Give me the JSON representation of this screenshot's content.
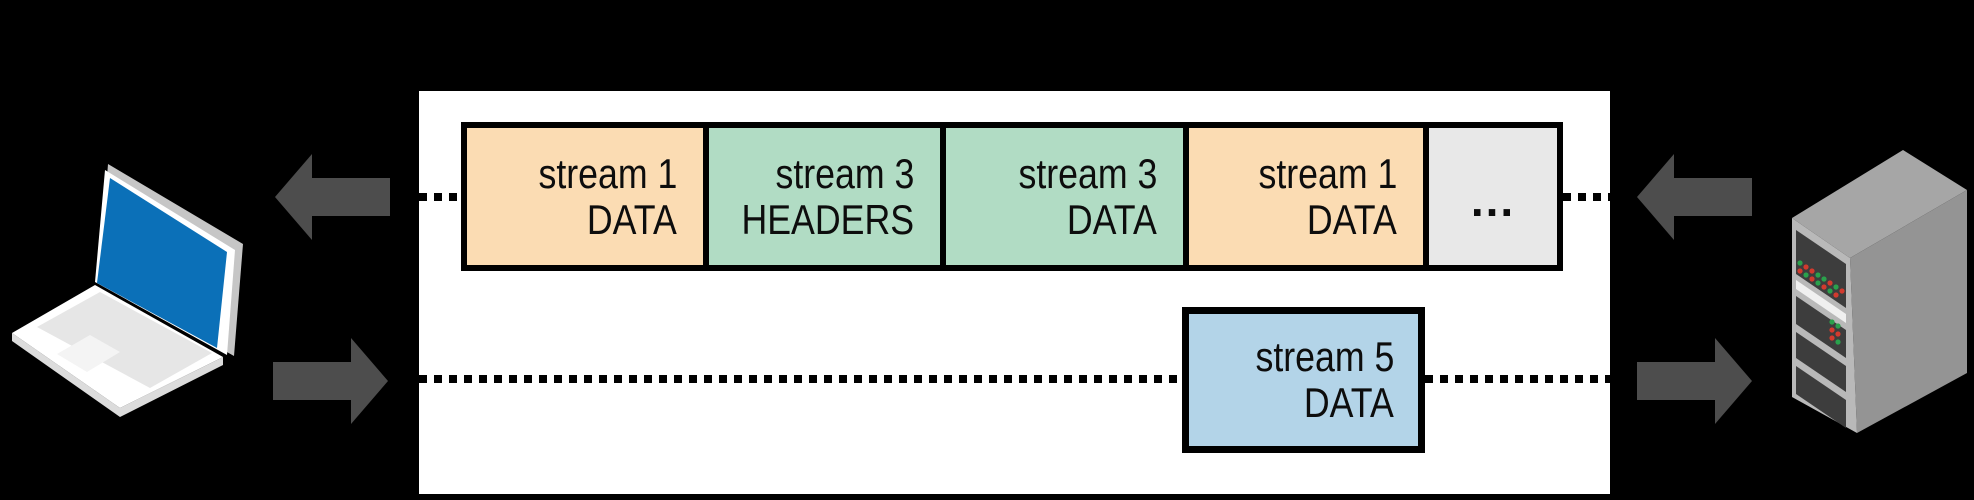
{
  "colors": {
    "background": "#000000",
    "panel": "#ffffff",
    "frame_border": "#000000",
    "frame_orange": "#fbdcb3",
    "frame_green": "#b1dcc4",
    "frame_blue": "#b3d4e8",
    "frame_gray": "#e8e8e8",
    "arrow": "#4d4d4d",
    "laptop_screen": "#0b70b8"
  },
  "connection": {
    "top_row": {
      "frames": [
        {
          "line1": "stream 1",
          "line2": "DATA"
        },
        {
          "line1": "stream 3",
          "line2": "HEADERS"
        },
        {
          "line1": "stream 3",
          "line2": "DATA"
        },
        {
          "line1": "stream 1",
          "line2": "DATA"
        },
        {
          "more": "..."
        }
      ]
    },
    "bottom_row": {
      "frame": {
        "line1": "stream 5",
        "line2": "DATA"
      }
    }
  }
}
